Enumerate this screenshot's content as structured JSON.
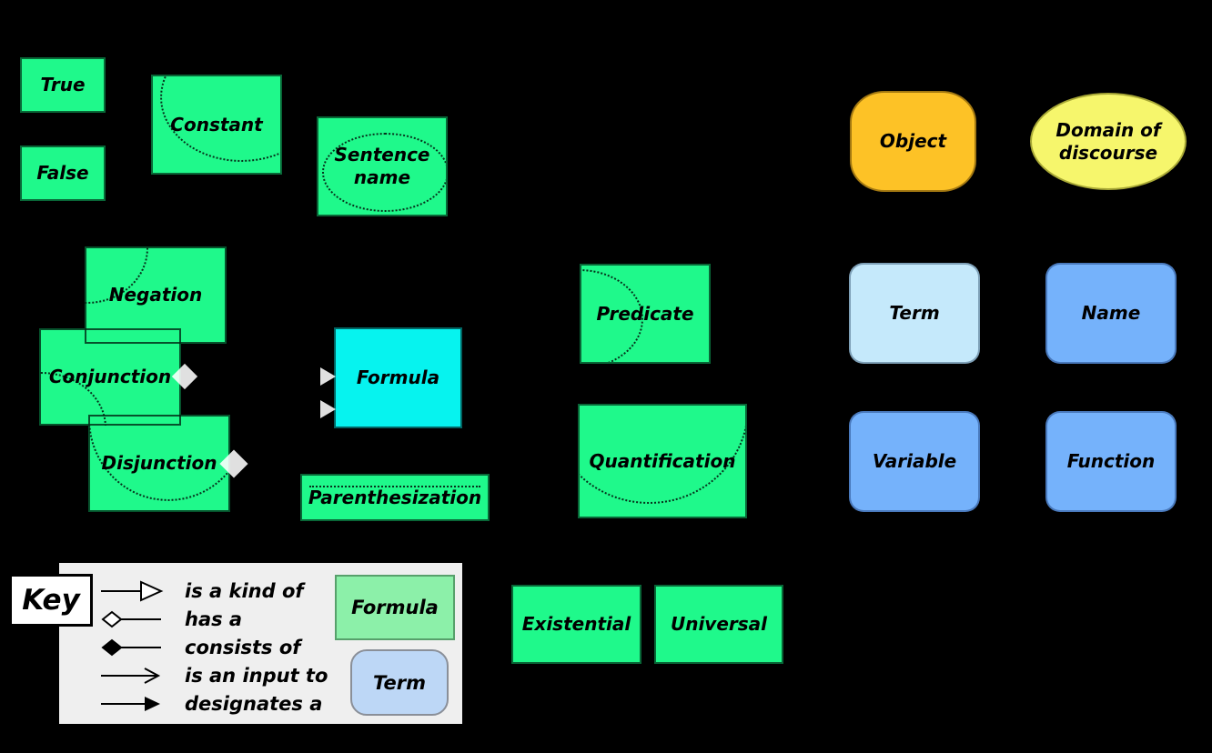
{
  "colors": {
    "background": "#000000",
    "node_green": "#1FF98B",
    "formula_cyan": "#06F3EF",
    "object_orange": "#FDC226",
    "domain_yellow": "#F6F66C",
    "term_light_blue": "#C5E9FB",
    "blue_node": "#75B2FB",
    "key_panel_gray": "#EFEFEF",
    "key_formula_green": "#8CF0A9",
    "key_term_blue": "#BDD7F6",
    "connector_white": "#FFFFFF"
  },
  "nodes": {
    "true": {
      "label": "True"
    },
    "false": {
      "label": "False"
    },
    "constant": {
      "label": "Constant"
    },
    "sentence_name": {
      "label": "Sentence name"
    },
    "negation": {
      "label": "Negation"
    },
    "conjunction": {
      "label": "Conjunction"
    },
    "disjunction": {
      "label": "Disjunction"
    },
    "formula": {
      "label": "Formula"
    },
    "parenthesization": {
      "label": "Parenthesization"
    },
    "predicate": {
      "label": "Predicate"
    },
    "quantification": {
      "label": "Quantification"
    },
    "existential": {
      "label": "Existential"
    },
    "universal": {
      "label": "Universal"
    },
    "object": {
      "label": "Object"
    },
    "domain_of_discourse": {
      "label": "Domain of discourse"
    },
    "term": {
      "label": "Term"
    },
    "name": {
      "label": "Name"
    },
    "variable": {
      "label": "Variable"
    },
    "function": {
      "label": "Function"
    }
  },
  "key": {
    "title": "Key",
    "entries": [
      {
        "icon": "kind-of-arrow",
        "label": "is a kind of"
      },
      {
        "icon": "has-a-diamond",
        "label": "has a"
      },
      {
        "icon": "consists-of-diamond",
        "label": "consists of"
      },
      {
        "icon": "input-arrow",
        "label": "is an input to"
      },
      {
        "icon": "designates-arrow",
        "label": "designates a"
      }
    ],
    "samples": {
      "formula": "Formula",
      "term": "Term"
    }
  }
}
